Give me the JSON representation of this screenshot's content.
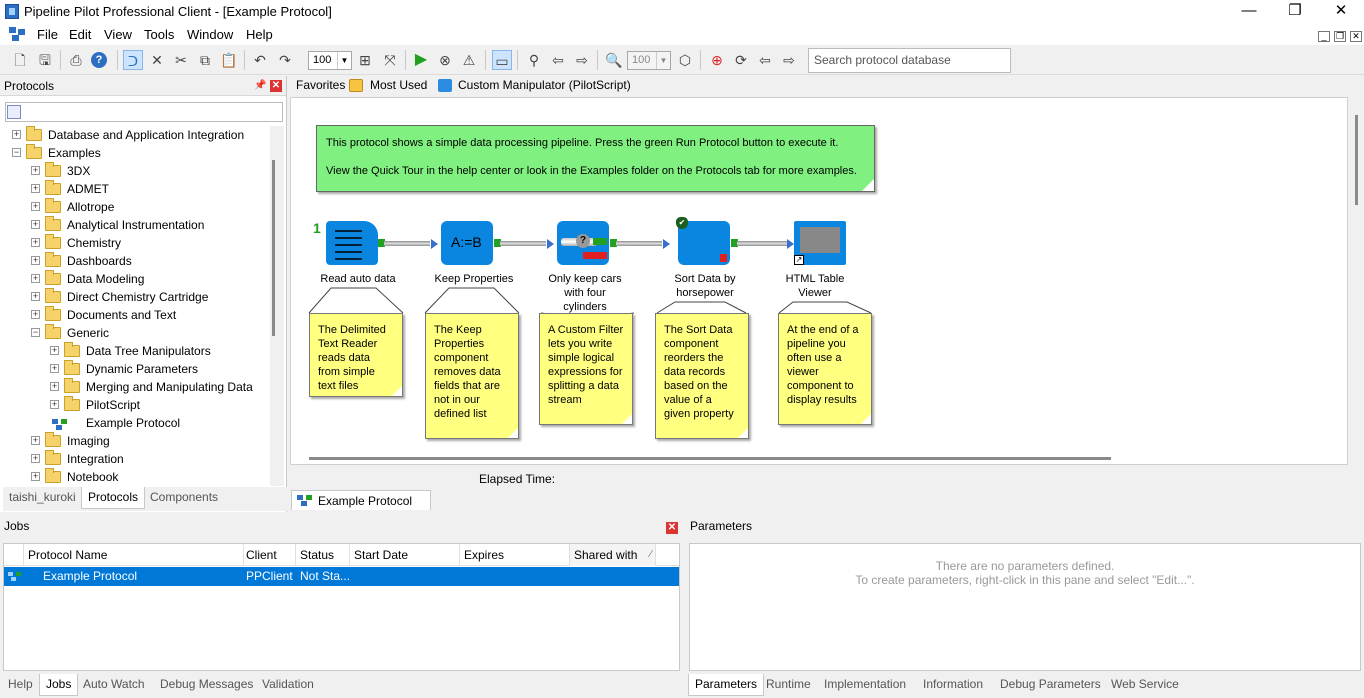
{
  "window": {
    "title": "Pipeline Pilot Professional Client - [Example Protocol]",
    "min": "—",
    "max": "❐",
    "close": "✕"
  },
  "menu": [
    "File",
    "Edit",
    "View",
    "Tools",
    "Window",
    "Help"
  ],
  "toolbar": {
    "zoom1": "100",
    "zoom2": "100",
    "search_placeholder": "Search protocol database"
  },
  "protocols_panel": {
    "title": "Protocols",
    "tree": [
      {
        "label": "Database and Application Integration",
        "level": 0,
        "expander": "+"
      },
      {
        "label": "Examples",
        "level": 0,
        "expander": "−"
      },
      {
        "label": "3DX",
        "level": 1,
        "expander": "+"
      },
      {
        "label": "ADMET",
        "level": 1,
        "expander": "+"
      },
      {
        "label": "Allotrope",
        "level": 1,
        "expander": "+"
      },
      {
        "label": "Analytical Instrumentation",
        "level": 1,
        "expander": "+"
      },
      {
        "label": "Chemistry",
        "level": 1,
        "expander": "+"
      },
      {
        "label": "Dashboards",
        "level": 1,
        "expander": "+"
      },
      {
        "label": "Data Modeling",
        "level": 1,
        "expander": "+"
      },
      {
        "label": "Direct Chemistry Cartridge",
        "level": 1,
        "expander": "+"
      },
      {
        "label": "Documents and Text",
        "level": 1,
        "expander": "+"
      },
      {
        "label": "Generic",
        "level": 1,
        "expander": "−"
      },
      {
        "label": "Data Tree Manipulators",
        "level": 2,
        "expander": "+"
      },
      {
        "label": "Dynamic Parameters",
        "level": 2,
        "expander": "+"
      },
      {
        "label": "Merging and Manipulating Data",
        "level": 2,
        "expander": "+"
      },
      {
        "label": "PilotScript",
        "level": 2,
        "expander": "+"
      },
      {
        "label": "Example Protocol",
        "level": 2,
        "expander": "",
        "protocol": true
      },
      {
        "label": "Imaging",
        "level": 1,
        "expander": "+"
      },
      {
        "label": "Integration",
        "level": 1,
        "expander": "+"
      },
      {
        "label": "Notebook",
        "level": 1,
        "expander": "+"
      }
    ],
    "tabs": [
      "taishi_kuroki",
      "Protocols",
      "Components"
    ]
  },
  "favorites_bar": {
    "favorites": "Favorites",
    "most_used": "Most Used",
    "custom": "Custom Manipulator (PilotScript)"
  },
  "canvas": {
    "info_line1": "This protocol shows a simple data processing pipeline. Press the green Run Protocol button to execute it.",
    "info_line2": "View the Quick Tour in the help center or look in the Examples folder on the Protocols tab for more examples.",
    "step_number": "1",
    "components": [
      {
        "label": "Read auto data",
        "icon_text": "",
        "note": "The Delimited Text Reader reads data from simple text files"
      },
      {
        "label": "Keep Properties",
        "icon_text": "A:=B",
        "note": "The Keep Properties component removes data fields that are not in our defined list"
      },
      {
        "label": "Only keep cars with four cylinders",
        "icon_text": "?",
        "note": "A Custom Filter lets you write simple logical expressions for splitting a data stream"
      },
      {
        "label": "Sort Data by horsepower",
        "icon_text": "",
        "note": "The Sort Data component reorders the data records based on the value of a given property"
      },
      {
        "label": "HTML Table Viewer",
        "icon_text": "",
        "note": "At the end of a pipeline you often use a viewer component to display results"
      }
    ],
    "elapsed": "Elapsed Time:",
    "doc_tab": "Example Protocol"
  },
  "jobs": {
    "title": "Jobs",
    "columns": [
      "Protocol Name",
      "Client T...",
      "Status",
      "Start Date",
      "Expires",
      "Shared with"
    ],
    "rows": [
      {
        "name": "Example Protocol",
        "client": "PPClient",
        "status": "Not Sta...",
        "start": "",
        "expires": "",
        "shared": ""
      }
    ],
    "tabs": [
      "Help",
      "Jobs",
      "Auto Watch",
      "Debug Messages",
      "Validation"
    ]
  },
  "parameters": {
    "title": "Parameters",
    "empty_line1": "There are no parameters defined.",
    "empty_line2": "To create parameters, right-click in this pane and select \"Edit...\".",
    "tabs": [
      "Parameters",
      "Runtime",
      "Implementation",
      "Information",
      "Debug Parameters",
      "Web Service"
    ]
  }
}
